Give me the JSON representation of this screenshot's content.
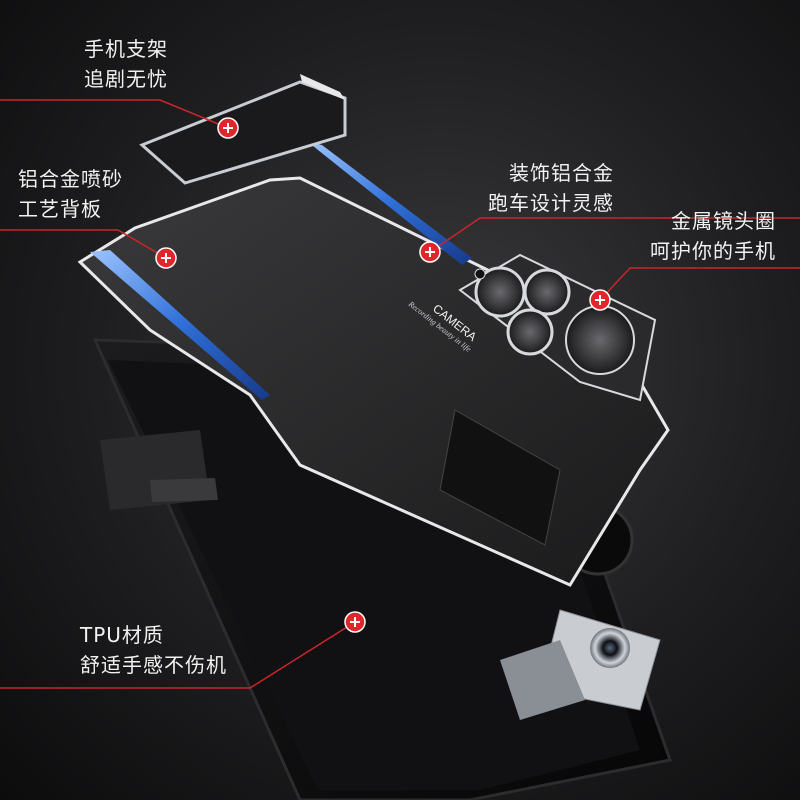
{
  "callouts": {
    "stand": {
      "line1": "手机支架",
      "line2": "追剧无忧"
    },
    "back_plate": {
      "line1": "铝合金喷砂",
      "line2": "工艺背板"
    },
    "trim": {
      "line1": "装饰铝合金",
      "line2": "跑车设计灵感"
    },
    "lens_ring": {
      "line1": "金属镜头圈",
      "line2": "呵护你的手机"
    },
    "tpu": {
      "line1": "TPU材质",
      "line2": "舒适手感不伤机"
    }
  },
  "plate_text": {
    "brand": "CAMERA",
    "tagline": "Recording beauty in life"
  },
  "colors": {
    "accent_red": "#e0262b",
    "trim_blue": "#2f6fd8",
    "leader_line": "#c8262b",
    "label_text": "#f2f2f2"
  }
}
